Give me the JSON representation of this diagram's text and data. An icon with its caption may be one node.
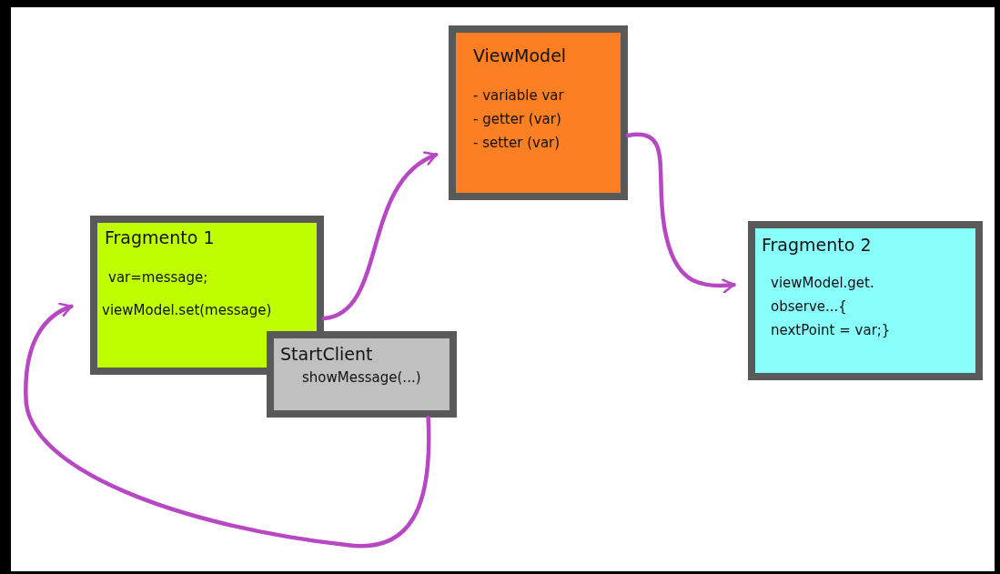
{
  "diagram": {
    "nodes": [
      {
        "text": [
          "ViewModel",
          "- variable var",
          "- getter (var)",
          "- setter (var)"
        ]
      },
      {
        "text": [
          "Fragmento 1",
          "var=message;",
          "viewModel.set(message)"
        ]
      },
      {
        "text": [
          "StartClient",
          "showMessage(...)"
        ]
      },
      {
        "text": [
          "Fragmento 2",
          "viewModel.get.",
          "observe...{",
          "nextPoint = var;}"
        ]
      }
    ],
    "edges": [
      {
        "from": 1,
        "to": 0,
        "arrow": "to"
      },
      {
        "from": 0,
        "to": 3,
        "arrow": "to"
      },
      {
        "from": 2,
        "to": 1,
        "arrow": "to"
      }
    ]
  }
}
